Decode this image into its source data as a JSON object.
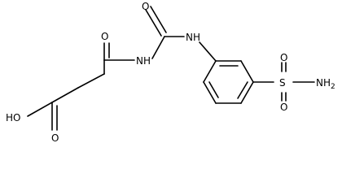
{
  "diagram": {
    "kind": "skeletal structural formula",
    "bond_color": "#000000",
    "background": "#ffffff",
    "atom_labels": {
      "carbonyl_top_o": "O",
      "urea_o": "O",
      "imide_nh": "NH",
      "aniline_nh": "NH",
      "sulfonyl_o_top": "O",
      "sulfonyl_o_bottom": "O",
      "sulfur": "S",
      "sulfonamide_nh2": "NH",
      "nh2_subscript": "2",
      "hydroxyl": "HO",
      "acid_o": "O"
    }
  }
}
